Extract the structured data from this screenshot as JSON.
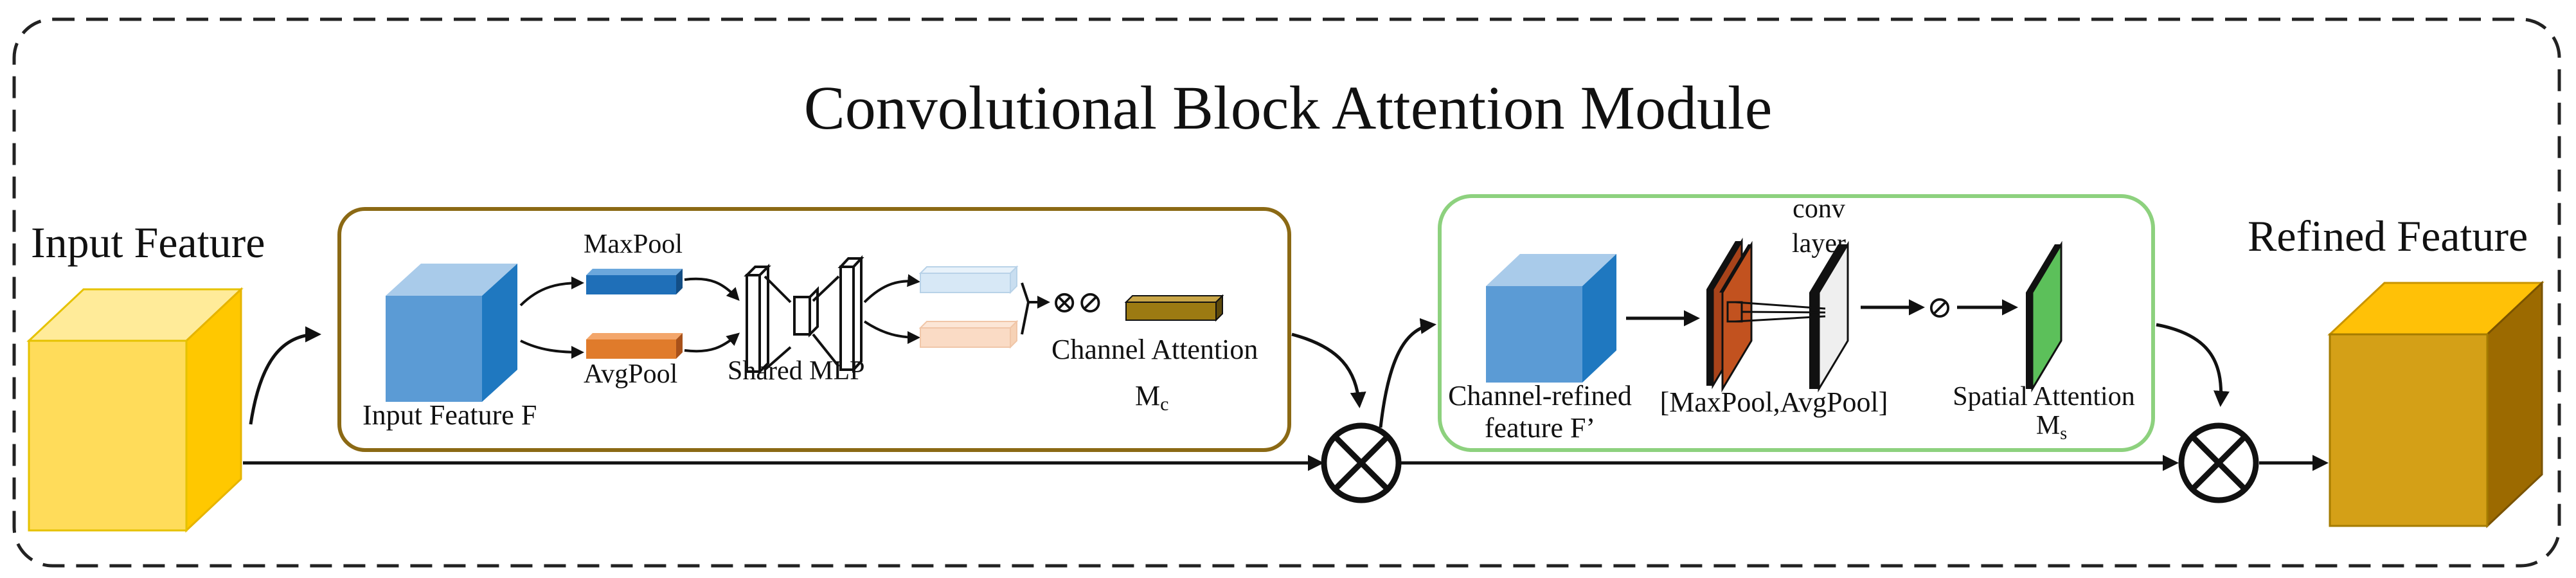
{
  "title": "Convolutional Block Attention Module",
  "input": {
    "label": "Input Feature"
  },
  "output": {
    "label": "Refined Feature"
  },
  "channel_module": {
    "input_label": "Input Feature F",
    "maxpool_label": "MaxPool",
    "avgpool_label": "AvgPool",
    "mlp_label": "Shared MLP",
    "ops": "⊗⊘",
    "attention_label": "Channel Attention",
    "attention_symbol": "M",
    "attention_subscript": "c"
  },
  "spatial_module": {
    "input_label_line1": "Channel-refined",
    "input_label_line2": "feature F’",
    "conv_label_line1": "conv",
    "conv_label_line2": "layer",
    "pool_label": "[MaxPool,AvgPool]",
    "op": "⊘",
    "attention_label": "Spatial Attention",
    "attention_symbol": "M",
    "attention_subscript": "s"
  },
  "multiply_symbol": "⊗",
  "colors": {
    "input_cube": "#FFE066",
    "output_cube": "#D4A017",
    "feature_cube": "#5B9BD5",
    "channel_border": "#8B6914",
    "spatial_border": "#8DD17E",
    "maxpool": "#1F6FB8",
    "avgpool": "#E07B2B",
    "channel_attention": "#9C7A12",
    "spatial_attention": "#5CC05A",
    "conv_dark": "#A8431A"
  }
}
